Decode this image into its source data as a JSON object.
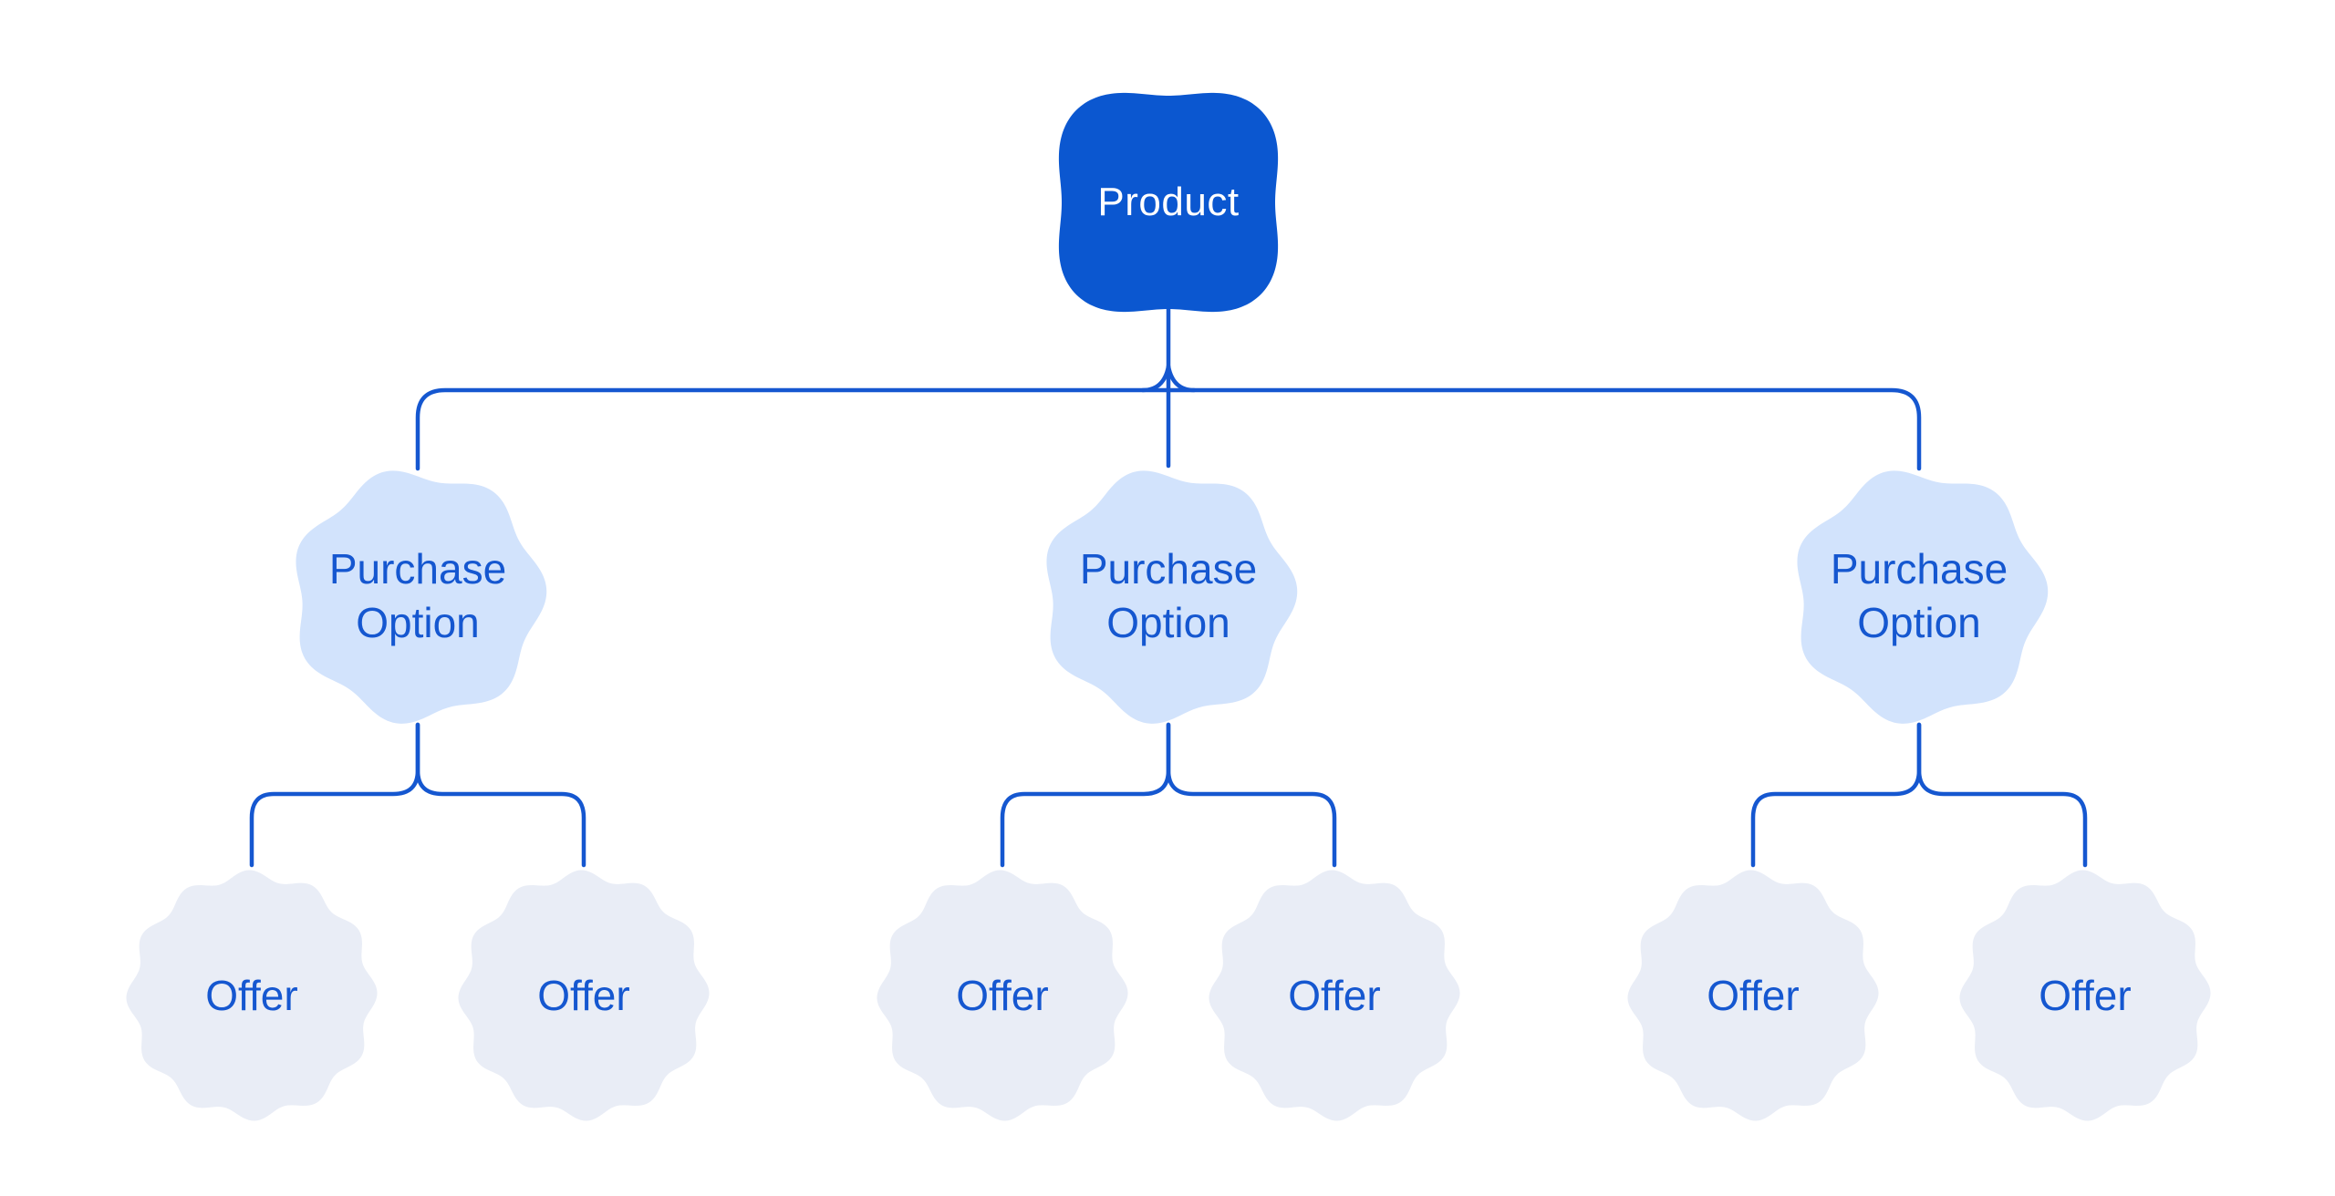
{
  "diagram": {
    "root": {
      "label": "Product"
    },
    "branches": [
      {
        "label": "Purchase Option",
        "children": [
          {
            "label": "Offer"
          },
          {
            "label": "Offer"
          }
        ]
      },
      {
        "label": "Purchase Option",
        "children": [
          {
            "label": "Offer"
          },
          {
            "label": "Offer"
          }
        ]
      },
      {
        "label": "Purchase Option",
        "children": [
          {
            "label": "Offer"
          },
          {
            "label": "Offer"
          }
        ]
      }
    ]
  },
  "colors": {
    "background": "#ffffff",
    "product_fill": "#0b57d0",
    "product_text": "#ffffff",
    "option_fill": "#d2e3fc",
    "offer_fill": "#e9edf6",
    "node_text": "#1557d0",
    "connector": "#1557d0"
  }
}
